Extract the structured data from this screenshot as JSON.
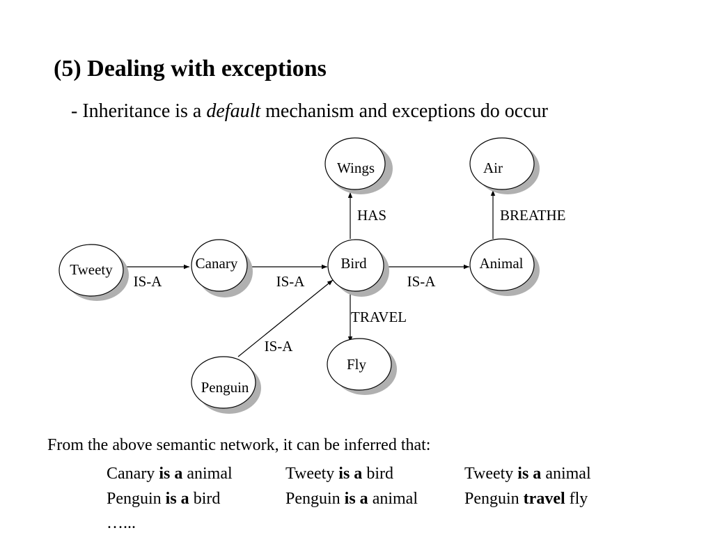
{
  "slide": {
    "title": "(5) Dealing with exceptions",
    "subtitle": {
      "prefix": "- Inheritance is a ",
      "emphasis": "default",
      "suffix": " mechanism and exceptions do occur"
    }
  },
  "diagram": {
    "nodes": {
      "wings": "Wings",
      "air": "Air",
      "tweety": "Tweety",
      "canary": "Canary",
      "bird": "Bird",
      "animal": "Animal",
      "fly": "Fly",
      "penguin": "Penguin"
    },
    "edges": {
      "tweety_canary": "IS-A",
      "canary_bird": "IS-A",
      "bird_animal": "IS-A",
      "penguin_bird": "IS-A",
      "bird_wings": "HAS",
      "animal_air": "BREATHE",
      "bird_fly": "TRAVEL"
    }
  },
  "inferences": {
    "intro": "From the above semantic network, it can be inferred that:",
    "rows": [
      [
        {
          "subject": "Canary",
          "relation": "is a",
          "object": "animal"
        },
        {
          "subject": "Tweety",
          "relation": "is a",
          "object": "bird"
        },
        {
          "subject": "Tweety",
          "relation": "is a",
          "object": "animal"
        }
      ],
      [
        {
          "subject": "Penguin",
          "relation": "is a",
          "object": "bird"
        },
        {
          "subject": "Penguin",
          "relation": "is a",
          "object": "animal"
        },
        {
          "subject": "Penguin",
          "relation": "travel",
          "object": "fly"
        }
      ]
    ],
    "ellipsis": "…..."
  }
}
